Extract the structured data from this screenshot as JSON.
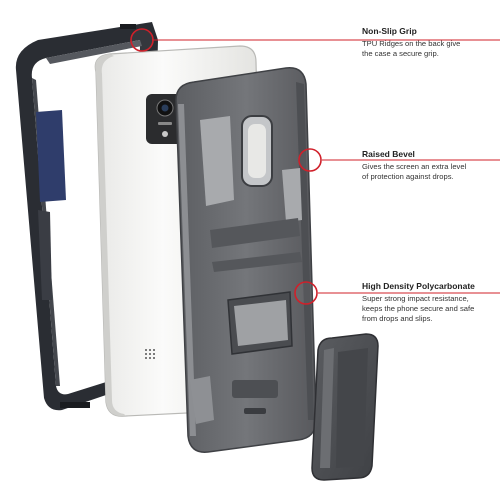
{
  "callouts": [
    {
      "title": "Non-Slip Grip",
      "lines": [
        "TPU Ridges on the back give",
        "the case a secure grip."
      ]
    },
    {
      "title": "Raised Bevel",
      "lines": [
        "Gives the screen an extra level",
        "of protection against drops."
      ]
    },
    {
      "title": "High Density Polycarbonate",
      "lines": [
        "Super strong impact resistance,",
        "keeps the phone secure and safe",
        "from drops and slips."
      ]
    }
  ],
  "colors": {
    "accent": "#d0202a",
    "tpu_frame": "#2a2d33",
    "tpu_inner_blue": "#2f3d6b",
    "phone_white": "#f3f3f1",
    "polycarbonate": "#6a6c70",
    "polycarbonate_light": "#a8aaad"
  },
  "icons": [
    "magnifier-circle-icon"
  ]
}
